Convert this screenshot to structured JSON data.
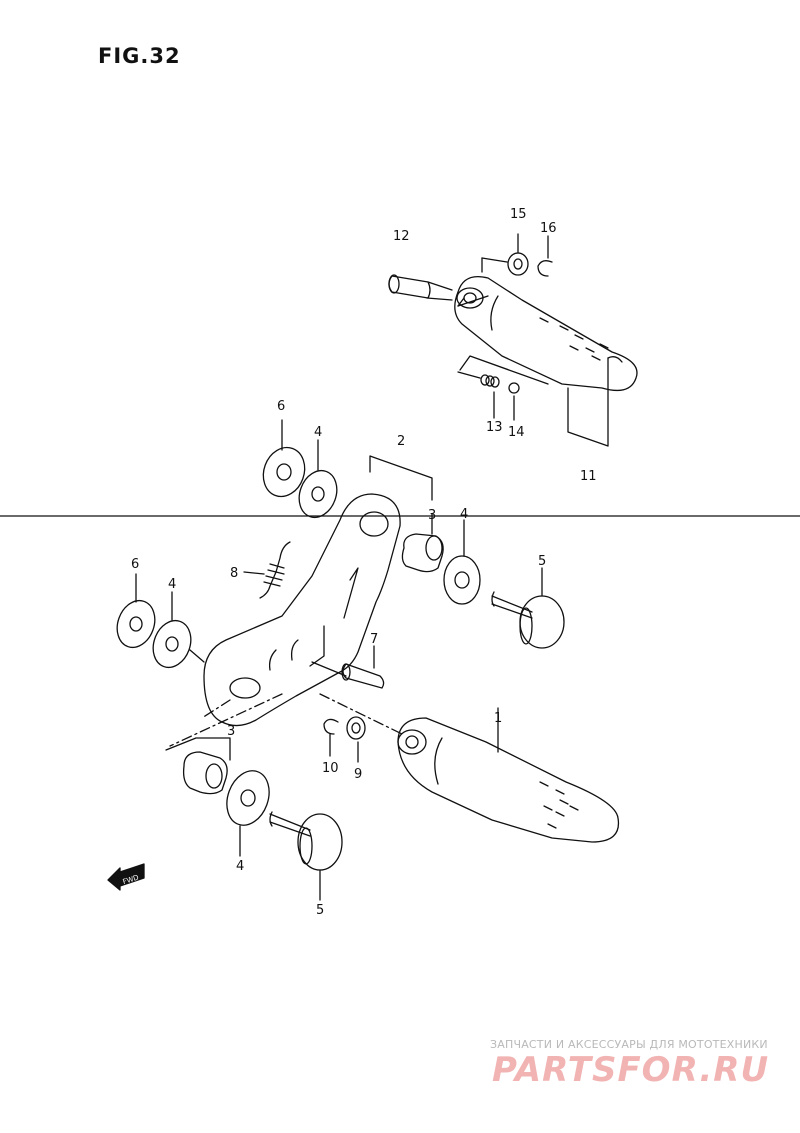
{
  "figure": {
    "title": "FIG.32"
  },
  "callouts": [
    {
      "id": "c1",
      "label": "1"
    },
    {
      "id": "c2",
      "label": "2"
    },
    {
      "id": "c3a",
      "label": "3"
    },
    {
      "id": "c3b",
      "label": "3"
    },
    {
      "id": "c4a",
      "label": "4"
    },
    {
      "id": "c4b",
      "label": "4"
    },
    {
      "id": "c4c",
      "label": "4"
    },
    {
      "id": "c4d",
      "label": "4"
    },
    {
      "id": "c5a",
      "label": "5"
    },
    {
      "id": "c5b",
      "label": "5"
    },
    {
      "id": "c6a",
      "label": "6"
    },
    {
      "id": "c6b",
      "label": "6"
    },
    {
      "id": "c7",
      "label": "7"
    },
    {
      "id": "c8",
      "label": "8"
    },
    {
      "id": "c9",
      "label": "9"
    },
    {
      "id": "c10",
      "label": "10"
    },
    {
      "id": "c11",
      "label": "11"
    },
    {
      "id": "c12",
      "label": "12"
    },
    {
      "id": "c13",
      "label": "13"
    },
    {
      "id": "c14",
      "label": "14"
    },
    {
      "id": "c15",
      "label": "15"
    },
    {
      "id": "c16",
      "label": "16"
    }
  ],
  "fwd_arrow": {
    "label": "FWD"
  },
  "watermark": {
    "tagline": "ЗАПЧАСТИ И АКСЕССУАРЫ ДЛЯ МОТОТЕХНИКИ",
    "logo": "PARTSFOR.RU"
  }
}
